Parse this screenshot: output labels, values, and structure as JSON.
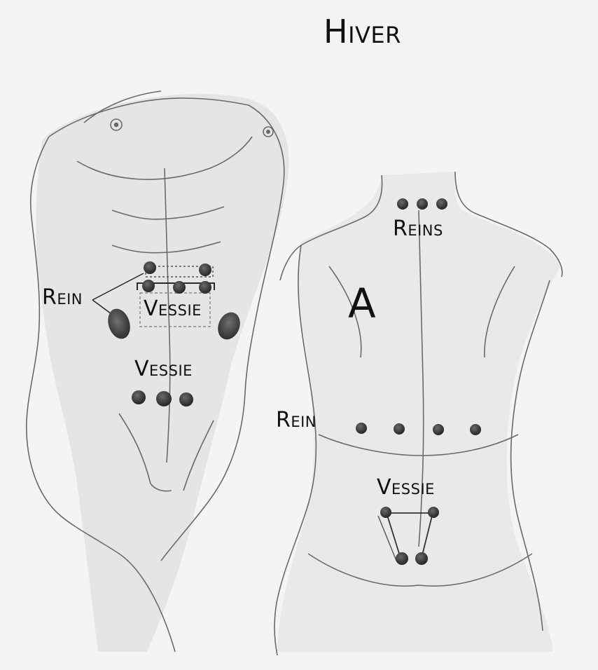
{
  "title": "Hiver",
  "panel_letter": "A",
  "labels": {
    "front_rein": "Rein",
    "front_vessie_upper": "Vessie",
    "front_vessie_lower": "Vessie",
    "back_reins": "Reins",
    "back_rein": "Rein",
    "back_vessie": "Vessie"
  },
  "colors": {
    "paper": "#f4f4f4",
    "outline": "#5a5a5a",
    "shade": "#d9d9d9",
    "point": "#3a3a3a",
    "text": "#111111"
  }
}
